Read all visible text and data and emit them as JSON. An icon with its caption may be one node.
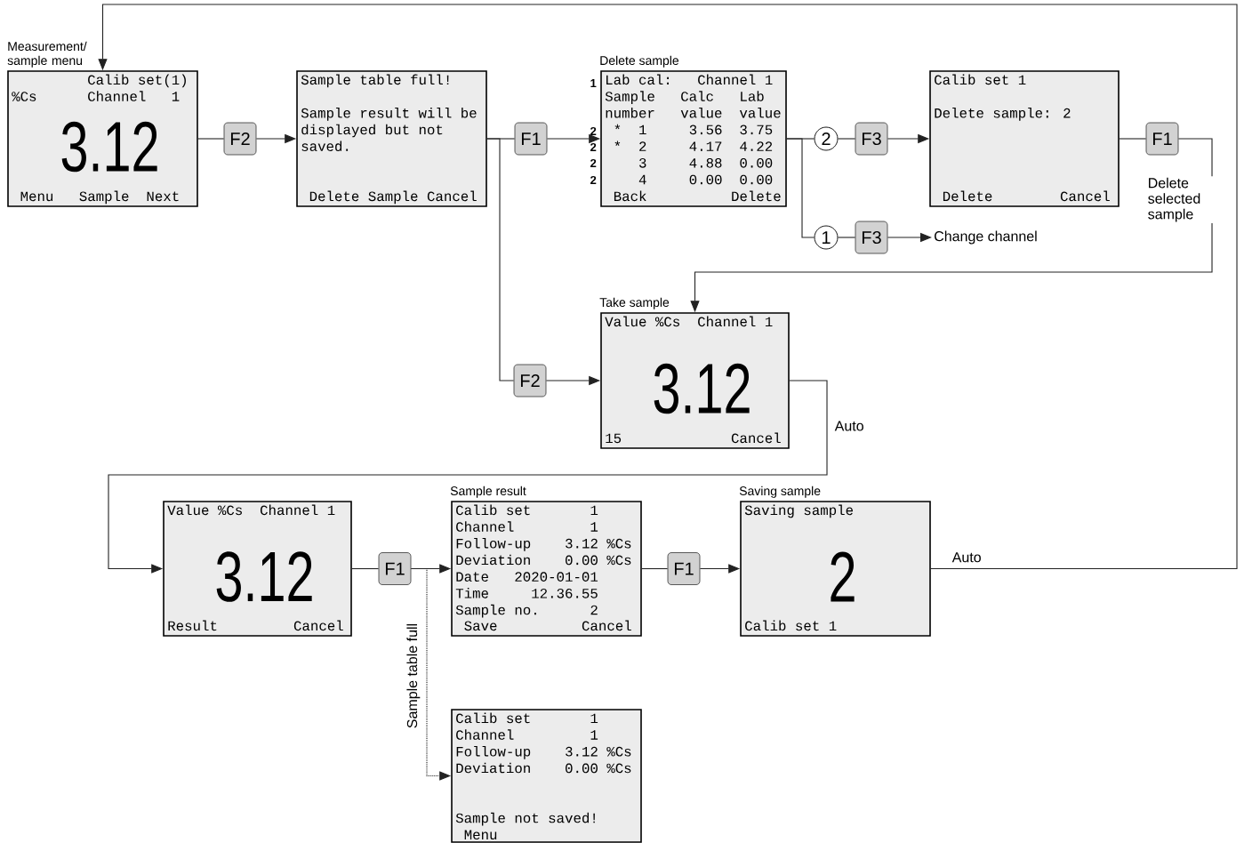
{
  "diagram": {
    "nodes": [
      {
        "text": [
          "Measurement/ sample menu",
          "Calib set(1)",
          "%Cs",
          "Channel",
          "1",
          "3.12",
          "Menu",
          "Sample",
          "Next"
        ]
      },
      {
        "text": [
          "F2"
        ]
      },
      {
        "text": [
          "Sample table full!",
          "Sample result will be displayed but not saved.",
          "Delete",
          "Sample",
          "Cancel"
        ]
      },
      {
        "text": [
          "F1"
        ]
      },
      {
        "text": [
          "Delete sample",
          "Lab cal:",
          "Channel 1",
          "Sample number",
          "Calc value",
          "Lab value",
          "*",
          "1",
          "3.56",
          "3.75",
          "*",
          "2",
          "4.17",
          "4.22",
          "3",
          "4.88",
          "0.00",
          "4",
          "0.00",
          "0.00",
          "Back",
          "Delete"
        ],
        "beside": [
          "1",
          "2",
          "2",
          "2",
          "2"
        ]
      },
      {
        "text": [
          "2"
        ]
      },
      {
        "text": [
          "F3"
        ]
      },
      {
        "text": [
          "Calib set 1",
          "Delete sample: 2",
          "Delete",
          "Cancel"
        ]
      },
      {
        "text": [
          "F1"
        ]
      },
      {
        "text": [
          "1"
        ]
      },
      {
        "text": [
          "F3"
        ]
      },
      {
        "text": [
          "Change channel"
        ]
      },
      {
        "text": [
          "F2"
        ]
      },
      {
        "text": [
          "Take sample",
          "Value %Cs",
          "Channel 1",
          "3.12",
          "15",
          "Cancel"
        ]
      },
      {
        "text": [
          "Value %Cs",
          "Channel 1",
          "3.12",
          "Result",
          "Cancel"
        ]
      },
      {
        "text": [
          "F1"
        ]
      },
      {
        "text": [
          "Sample result",
          "Calib set",
          "1",
          "Channel",
          "1",
          "Follow-up",
          "3.12",
          "%Cs",
          "Deviation",
          "0.00",
          "%Cs",
          "Date",
          "2020-01-01",
          "Time",
          "12.36.55",
          "Sample no.",
          "2",
          "Save",
          "Cancel"
        ]
      },
      {
        "text": [
          "F1"
        ]
      },
      {
        "text": [
          "Saving sample",
          "Saving sample",
          "2",
          "Calib set 1"
        ]
      },
      {
        "text": [
          "Calib set",
          "1",
          "Channel",
          "1",
          "Follow-up",
          "3.12",
          "%Cs",
          "Deviation",
          "0.00",
          "%Cs",
          "Sample not saved!",
          "Menu"
        ]
      }
    ],
    "edges": [
      {
        "from": 0,
        "to": 1,
        "arrow": "none"
      },
      {
        "from": 1,
        "to": 2,
        "arrow": "to"
      },
      {
        "from": 2,
        "to": 3,
        "arrow": "none"
      },
      {
        "from": 2,
        "to": 12,
        "arrow": "none"
      },
      {
        "from": 3,
        "to": 4,
        "arrow": "to"
      },
      {
        "from": 4,
        "to": 5,
        "arrow": "none"
      },
      {
        "from": 4,
        "to": 9,
        "arrow": "none"
      },
      {
        "from": 5,
        "to": 6,
        "arrow": "none"
      },
      {
        "from": 6,
        "to": 7,
        "arrow": "to"
      },
      {
        "from": 9,
        "to": 10,
        "arrow": "none"
      },
      {
        "from": 10,
        "to": 11,
        "arrow": "to"
      },
      {
        "from": 7,
        "to": 8,
        "arrow": "none"
      },
      {
        "from": 8,
        "to": 13,
        "arrow": "to",
        "label": "Delete selected sample"
      },
      {
        "from": 12,
        "to": 13,
        "arrow": "to"
      },
      {
        "from": 13,
        "to": 14,
        "arrow": "to",
        "label": "Auto"
      },
      {
        "from": 14,
        "to": 15,
        "arrow": "none"
      },
      {
        "from": 15,
        "to": 16,
        "arrow": "to"
      },
      {
        "from": 15,
        "to": 19,
        "arrow": "to",
        "label": "Sample table full",
        "style": "dashed"
      },
      {
        "from": 16,
        "to": 17,
        "arrow": "none"
      },
      {
        "from": 17,
        "to": 18,
        "arrow": "to"
      },
      {
        "from": 18,
        "to": 0,
        "arrow": "to",
        "label": "Auto"
      }
    ]
  }
}
